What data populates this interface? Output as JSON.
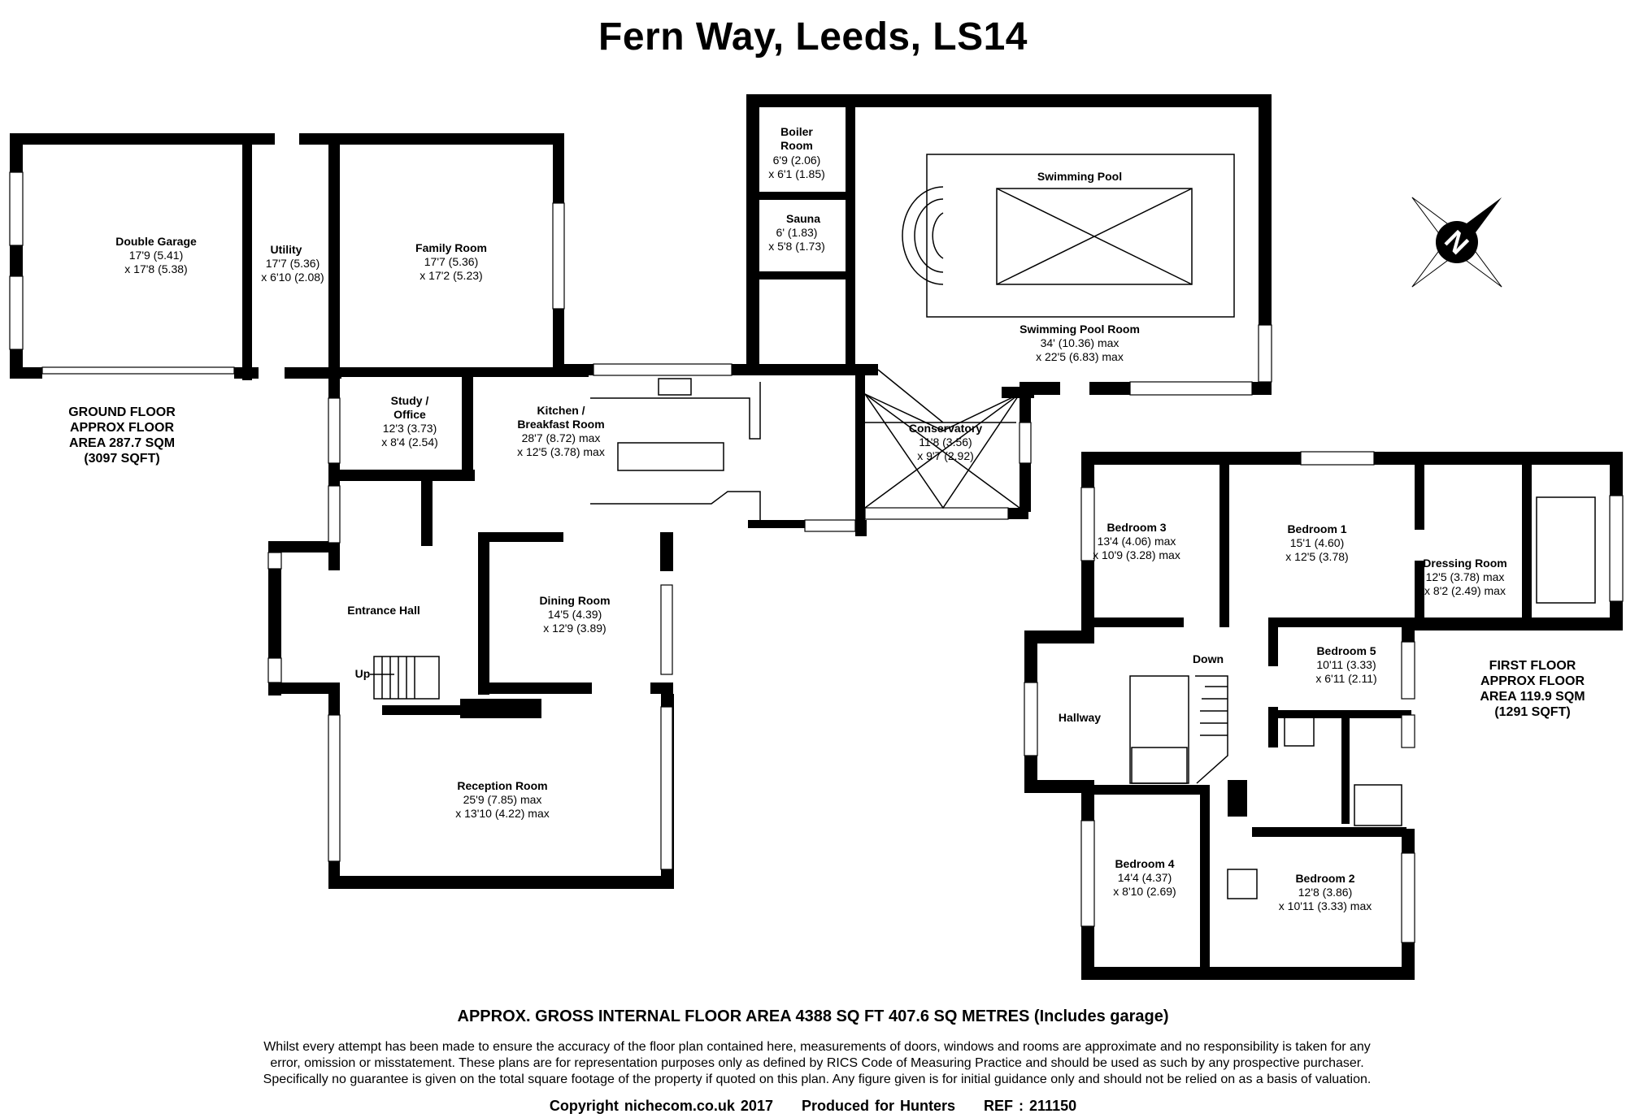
{
  "title": "Fern Way, Leeds, LS14",
  "ground_floor": {
    "area_lines": [
      "GROUND FLOOR",
      "APPROX FLOOR",
      "AREA 287.7 SQM",
      "(3097 SQFT)"
    ],
    "rooms": [
      {
        "name": "Double Garage",
        "dims": [
          "17'9 (5.41)",
          "x 17'8 (5.38)"
        ]
      },
      {
        "name": "Utility",
        "dims": [
          "17'7 (5.36)",
          "x 6'10 (2.08)"
        ]
      },
      {
        "name": "Family Room",
        "dims": [
          "17'7 (5.36)",
          "x 17'2 (5.23)"
        ]
      },
      {
        "name": "Study /",
        "name2": "Office",
        "dims": [
          "12'3 (3.73)",
          "x 8'4 (2.54)"
        ]
      },
      {
        "name": "Kitchen /",
        "name2": "Breakfast Room",
        "dims": [
          "28'7 (8.72) max",
          "x 12'5 (3.78) max"
        ]
      },
      {
        "name": "Conservatory",
        "dims": [
          "11'8 (3.56)",
          "x 9'7 (2.92)"
        ]
      },
      {
        "name": "Boiler",
        "name2": "Room",
        "dims": [
          "6'9 (2.06)",
          "x 6'1 (1.85)"
        ]
      },
      {
        "name": "Sauna",
        "dims": [
          "6' (1.83)",
          "x 5'8 (1.73)"
        ]
      },
      {
        "name": "Swimming Pool",
        "dims": []
      },
      {
        "name": "Swimming Pool Room",
        "dims": [
          "34' (10.36) max",
          "x 22'5 (6.83) max"
        ]
      },
      {
        "name": "Entrance Hall",
        "dims": []
      },
      {
        "name": "Dining Room",
        "dims": [
          "14'5 (4.39)",
          "x 12'9 (3.89)"
        ]
      },
      {
        "name": "Reception Room",
        "dims": [
          "25'9 (7.85) max",
          "x 13'10 (4.22) max"
        ]
      }
    ],
    "stair_label": "Up"
  },
  "first_floor": {
    "area_lines": [
      "FIRST FLOOR",
      "APPROX FLOOR",
      "AREA 119.9 SQM",
      "(1291 SQFT)"
    ],
    "rooms": [
      {
        "name": "Bedroom 3",
        "dims": [
          "13'4 (4.06) max",
          "x 10'9 (3.28) max"
        ]
      },
      {
        "name": "Bedroom 1",
        "dims": [
          "15'1 (4.60)",
          "x 12'5 (3.78)"
        ]
      },
      {
        "name": "Dressing Room",
        "dims": [
          "12'5 (3.78) max",
          "x 8'2 (2.49) max"
        ]
      },
      {
        "name": "Bedroom 5",
        "dims": [
          "10'11 (3.33)",
          "x 6'11 (2.11)"
        ]
      },
      {
        "name": "Hallway",
        "dims": []
      },
      {
        "name": "Bedroom 4",
        "dims": [
          "14'4 (4.37)",
          "x 8'10 (2.69)"
        ]
      },
      {
        "name": "Bedroom 2",
        "dims": [
          "12'8 (3.86)",
          "x 10'11 (3.33) max"
        ]
      }
    ],
    "stair_label": "Down"
  },
  "compass_letter": "N",
  "gross_area": "APPROX. GROSS INTERNAL FLOOR AREA 4388 SQ FT 407.6 SQ METRES (Includes garage)",
  "disclaimer": [
    "Whilst every attempt has been made to ensure the accuracy of the floor plan contained here, measurements of doors, windows and rooms are approximate and no responsibility is taken for any",
    "error, omission or misstatement. These plans are for representation purposes only as defined by RICS Code of Measuring Practice and should be used as such by any prospective purchaser.",
    "Specifically no guarantee is given on the total square footage of the property if quoted on this plan. Any figure given is for initial guidance only and should not be relied on as a basis of valuation."
  ],
  "copyright": {
    "copy": "Copyright nichecom.co.uk 2017",
    "produced": "Produced for Hunters",
    "ref": "REF : 211150"
  }
}
